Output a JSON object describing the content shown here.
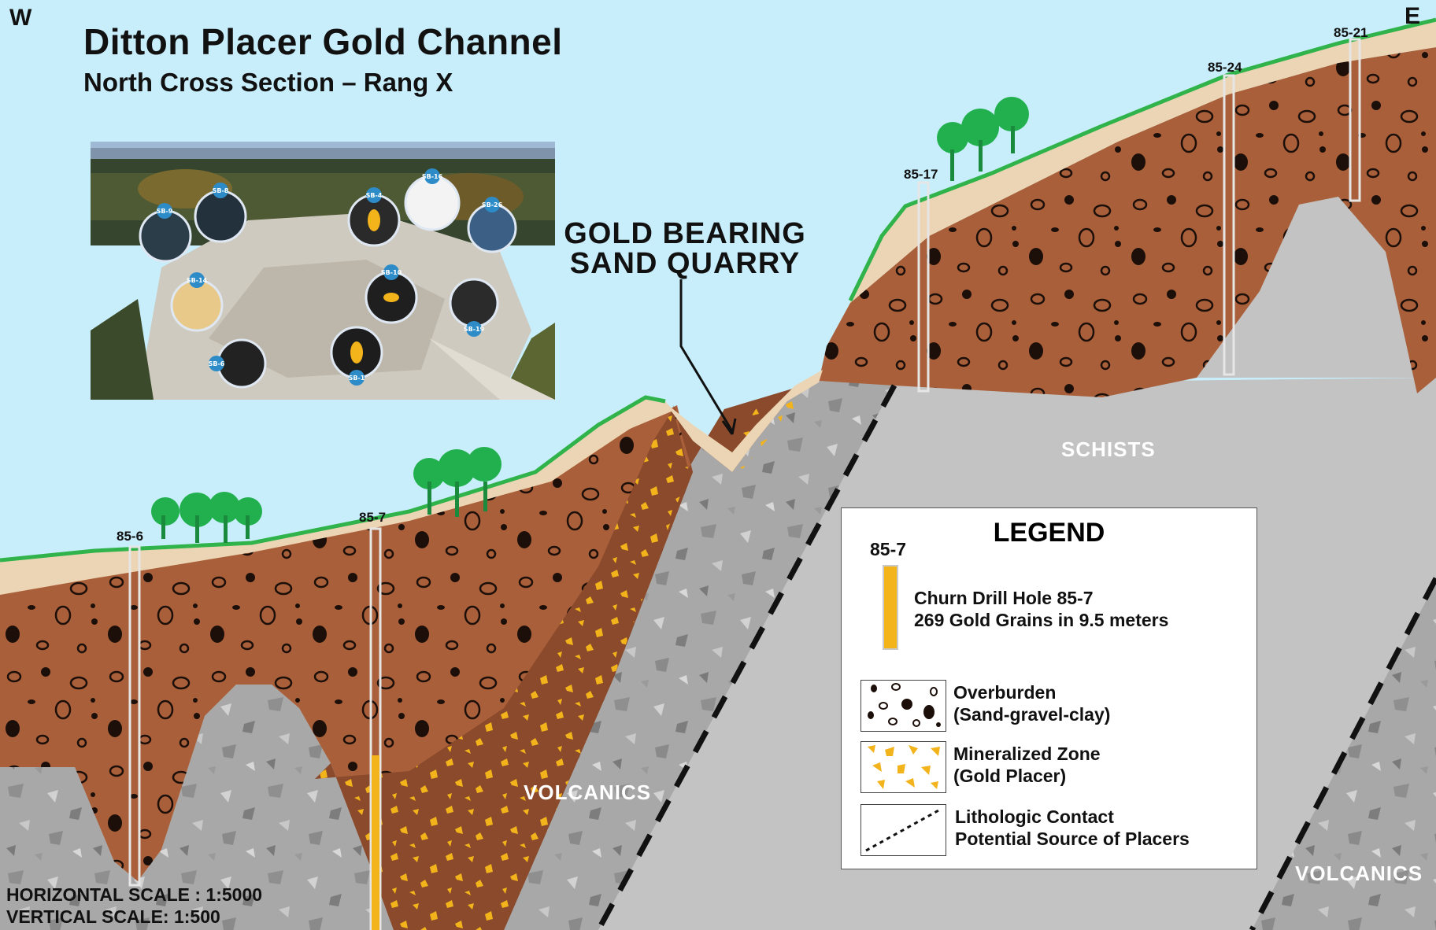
{
  "title": "Ditton Placer Gold Channel",
  "subtitle": "North Cross Section – Rang X",
  "compass": {
    "west": "W",
    "east": "E"
  },
  "callout": {
    "line1": "GOLD BEARING",
    "line2": "SAND QUARRY"
  },
  "rock_labels": {
    "volcanics_center": "VOLCANICS",
    "volcanics_right": "VOLCANICS",
    "schists": "SCHISTS"
  },
  "drill_holes": [
    "85-6",
    "85-7",
    "85-17",
    "85-24",
    "85-21"
  ],
  "scale": {
    "horizontal": "HORIZONTAL SCALE : 1:5000",
    "vertical": "VERTICAL SCALE: 1:500"
  },
  "legend": {
    "title": "LEGEND",
    "hole_label": "85-7",
    "hole_line1": "Churn Drill Hole 85-7",
    "hole_line2": "269 Gold Grains in 9.5 meters",
    "overburden_line1": "Overburden",
    "overburden_line2": "(Sand-gravel-clay)",
    "mineralized_line1": "Mineralized Zone",
    "mineralized_line2": "(Gold Placer)",
    "contact_line1": "Lithologic Contact",
    "contact_line2": "Potential Source of Placers"
  },
  "photo_markers": [
    "SB-9",
    "SB-8",
    "SB-4",
    "SB-16",
    "SB-26",
    "SB-14",
    "SB-10",
    "SB-19",
    "SB-6",
    "SB-1"
  ],
  "colors": {
    "sky": "#c8eefb",
    "grass": "#2fb34a",
    "tree": "#22b04f",
    "sand": "#ecd5b4",
    "overburden": "#a9603a",
    "mineralized": "#8a4a2b",
    "gold": "#f2b31b",
    "volcanics": "#a8a8a8",
    "schists": "#c3c3c3"
  }
}
